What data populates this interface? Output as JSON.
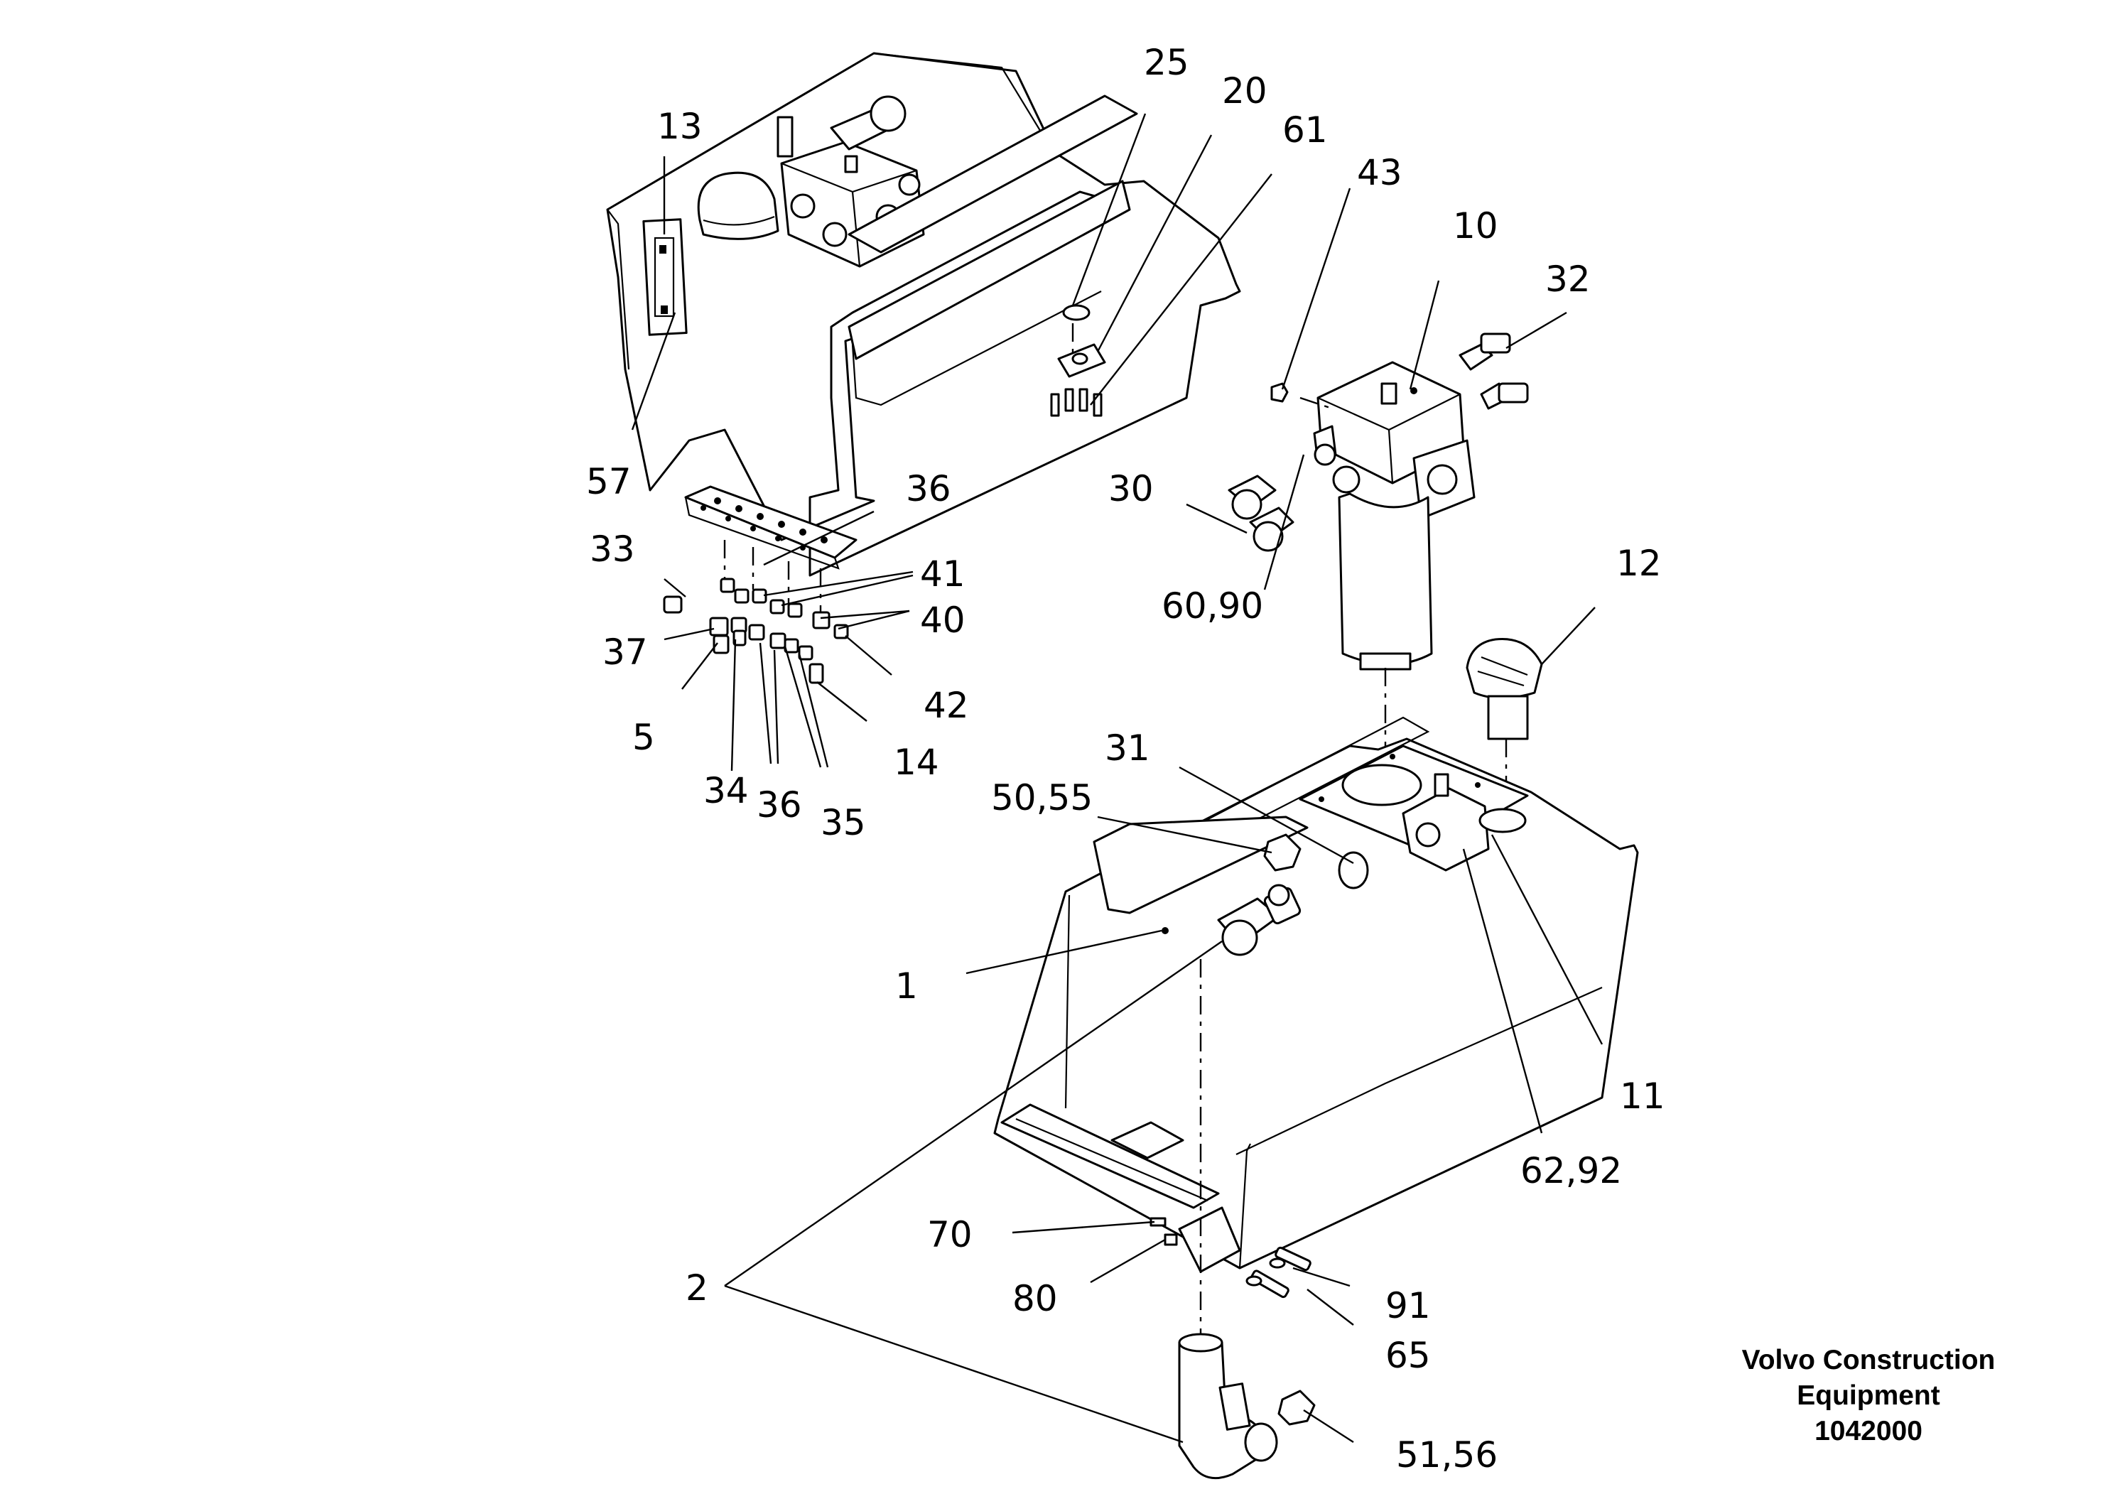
{
  "labels": {
    "l13": "13",
    "l25": "25",
    "l20": "20",
    "l61": "61",
    "l43": "43",
    "l10": "10",
    "l32": "32",
    "l57": "57",
    "l36a": "36",
    "l30": "30",
    "l33": "33",
    "l41": "41",
    "l40": "40",
    "l37": "37",
    "l12": "12",
    "l6090": "60,90",
    "l42": "42",
    "l5": "5",
    "l14": "14",
    "l31": "31",
    "l34": "34",
    "l36b": "36",
    "l35": "35",
    "l5055": "50,55",
    "l1": "1",
    "l11": "11",
    "l6292": "62,92",
    "l70": "70",
    "l2": "2",
    "l80": "80",
    "l91": "91",
    "l65": "65",
    "l5156": "51,56"
  },
  "credit": {
    "line1": "Volvo Construction",
    "line2": "Equipment",
    "line3": "1042000"
  }
}
